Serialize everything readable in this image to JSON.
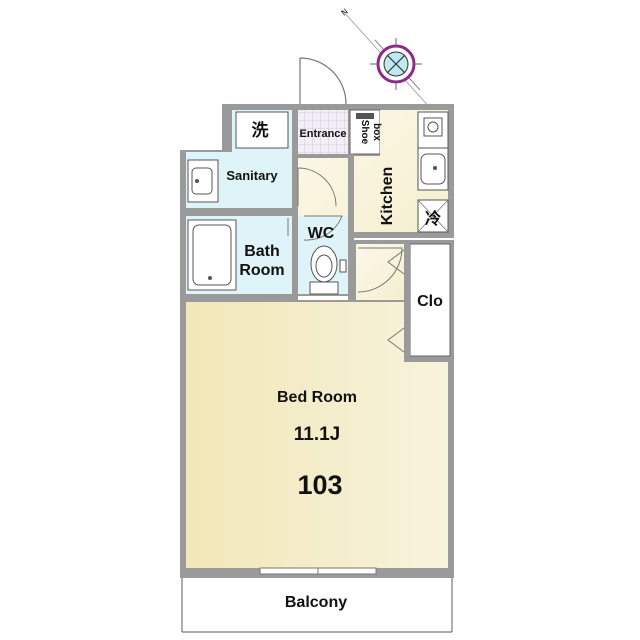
{
  "compass": {
    "north_label": "N",
    "icon": "compass-rose-icon"
  },
  "rooms": {
    "laundry": "洗",
    "entrance": "Entrance",
    "shoe_box_line1": "Shoe",
    "shoe_box_line2": "box",
    "sanitary": "Sanitary",
    "kitchen": "Kitchen",
    "fridge": "冷",
    "wc": "WC",
    "bath_line1": "Bath",
    "bath_line2": "Room",
    "closet": "Clo",
    "bedroom": "Bed Room",
    "bedroom_size": "11.1J",
    "unit_number": "103",
    "balcony": "Balcony"
  },
  "colors": {
    "wall": "#9a9a9a",
    "wet_area": "#dff4f8",
    "kitchen_floor": "#f9f6e2",
    "bedroom_floor": "#f3ecc4",
    "compass_accent": "#c0208a"
  }
}
